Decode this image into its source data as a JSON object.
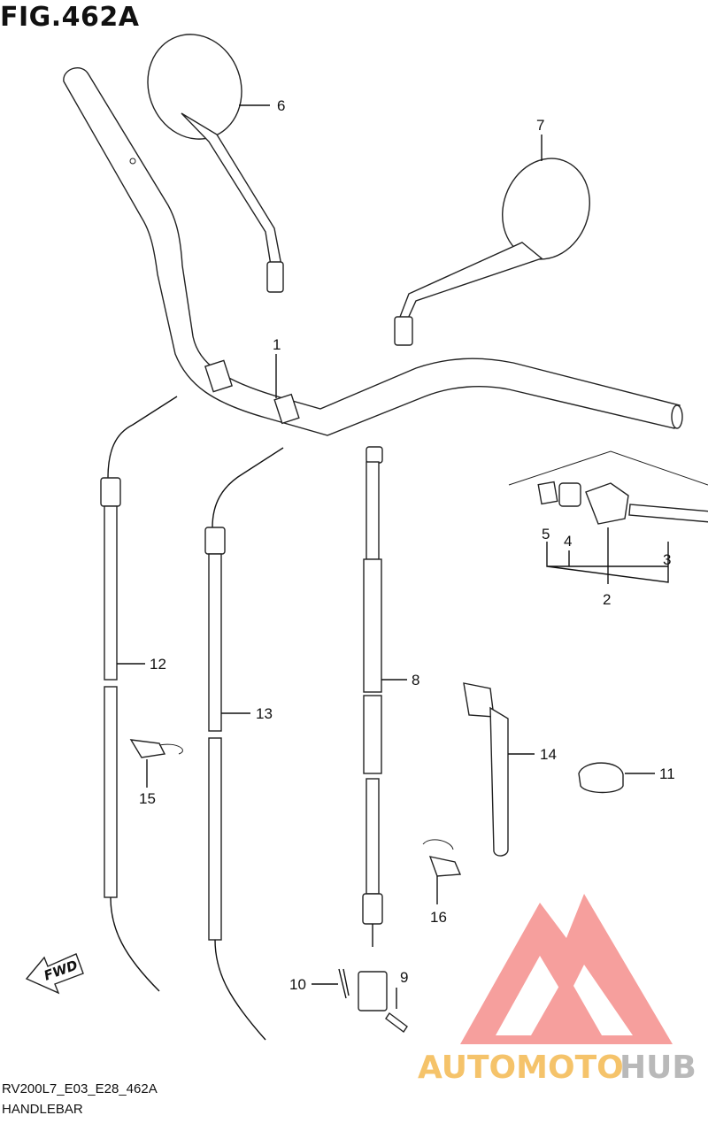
{
  "figure": {
    "title": "FIG.462A",
    "code": "RV200L7_E03_E28_462A",
    "caption": "HANDLEBAR"
  },
  "fwd_label": "FWD",
  "watermark": {
    "text_a": "AUTOMOTO",
    "text_b": "HUB",
    "color_a": "#f5c36a",
    "color_b": "#b9b9b9",
    "logo_color": "#f0504c"
  },
  "callouts": [
    {
      "id": "1",
      "label": "1"
    },
    {
      "id": "2",
      "label": "2"
    },
    {
      "id": "3",
      "label": "3"
    },
    {
      "id": "4",
      "label": "4"
    },
    {
      "id": "5",
      "label": "5"
    },
    {
      "id": "6",
      "label": "6"
    },
    {
      "id": "7",
      "label": "7"
    },
    {
      "id": "8",
      "label": "8"
    },
    {
      "id": "9",
      "label": "9"
    },
    {
      "id": "10",
      "label": "10"
    },
    {
      "id": "11",
      "label": "11"
    },
    {
      "id": "12",
      "label": "12"
    },
    {
      "id": "13",
      "label": "13"
    },
    {
      "id": "14",
      "label": "14"
    },
    {
      "id": "15",
      "label": "15"
    },
    {
      "id": "16",
      "label": "16"
    }
  ]
}
